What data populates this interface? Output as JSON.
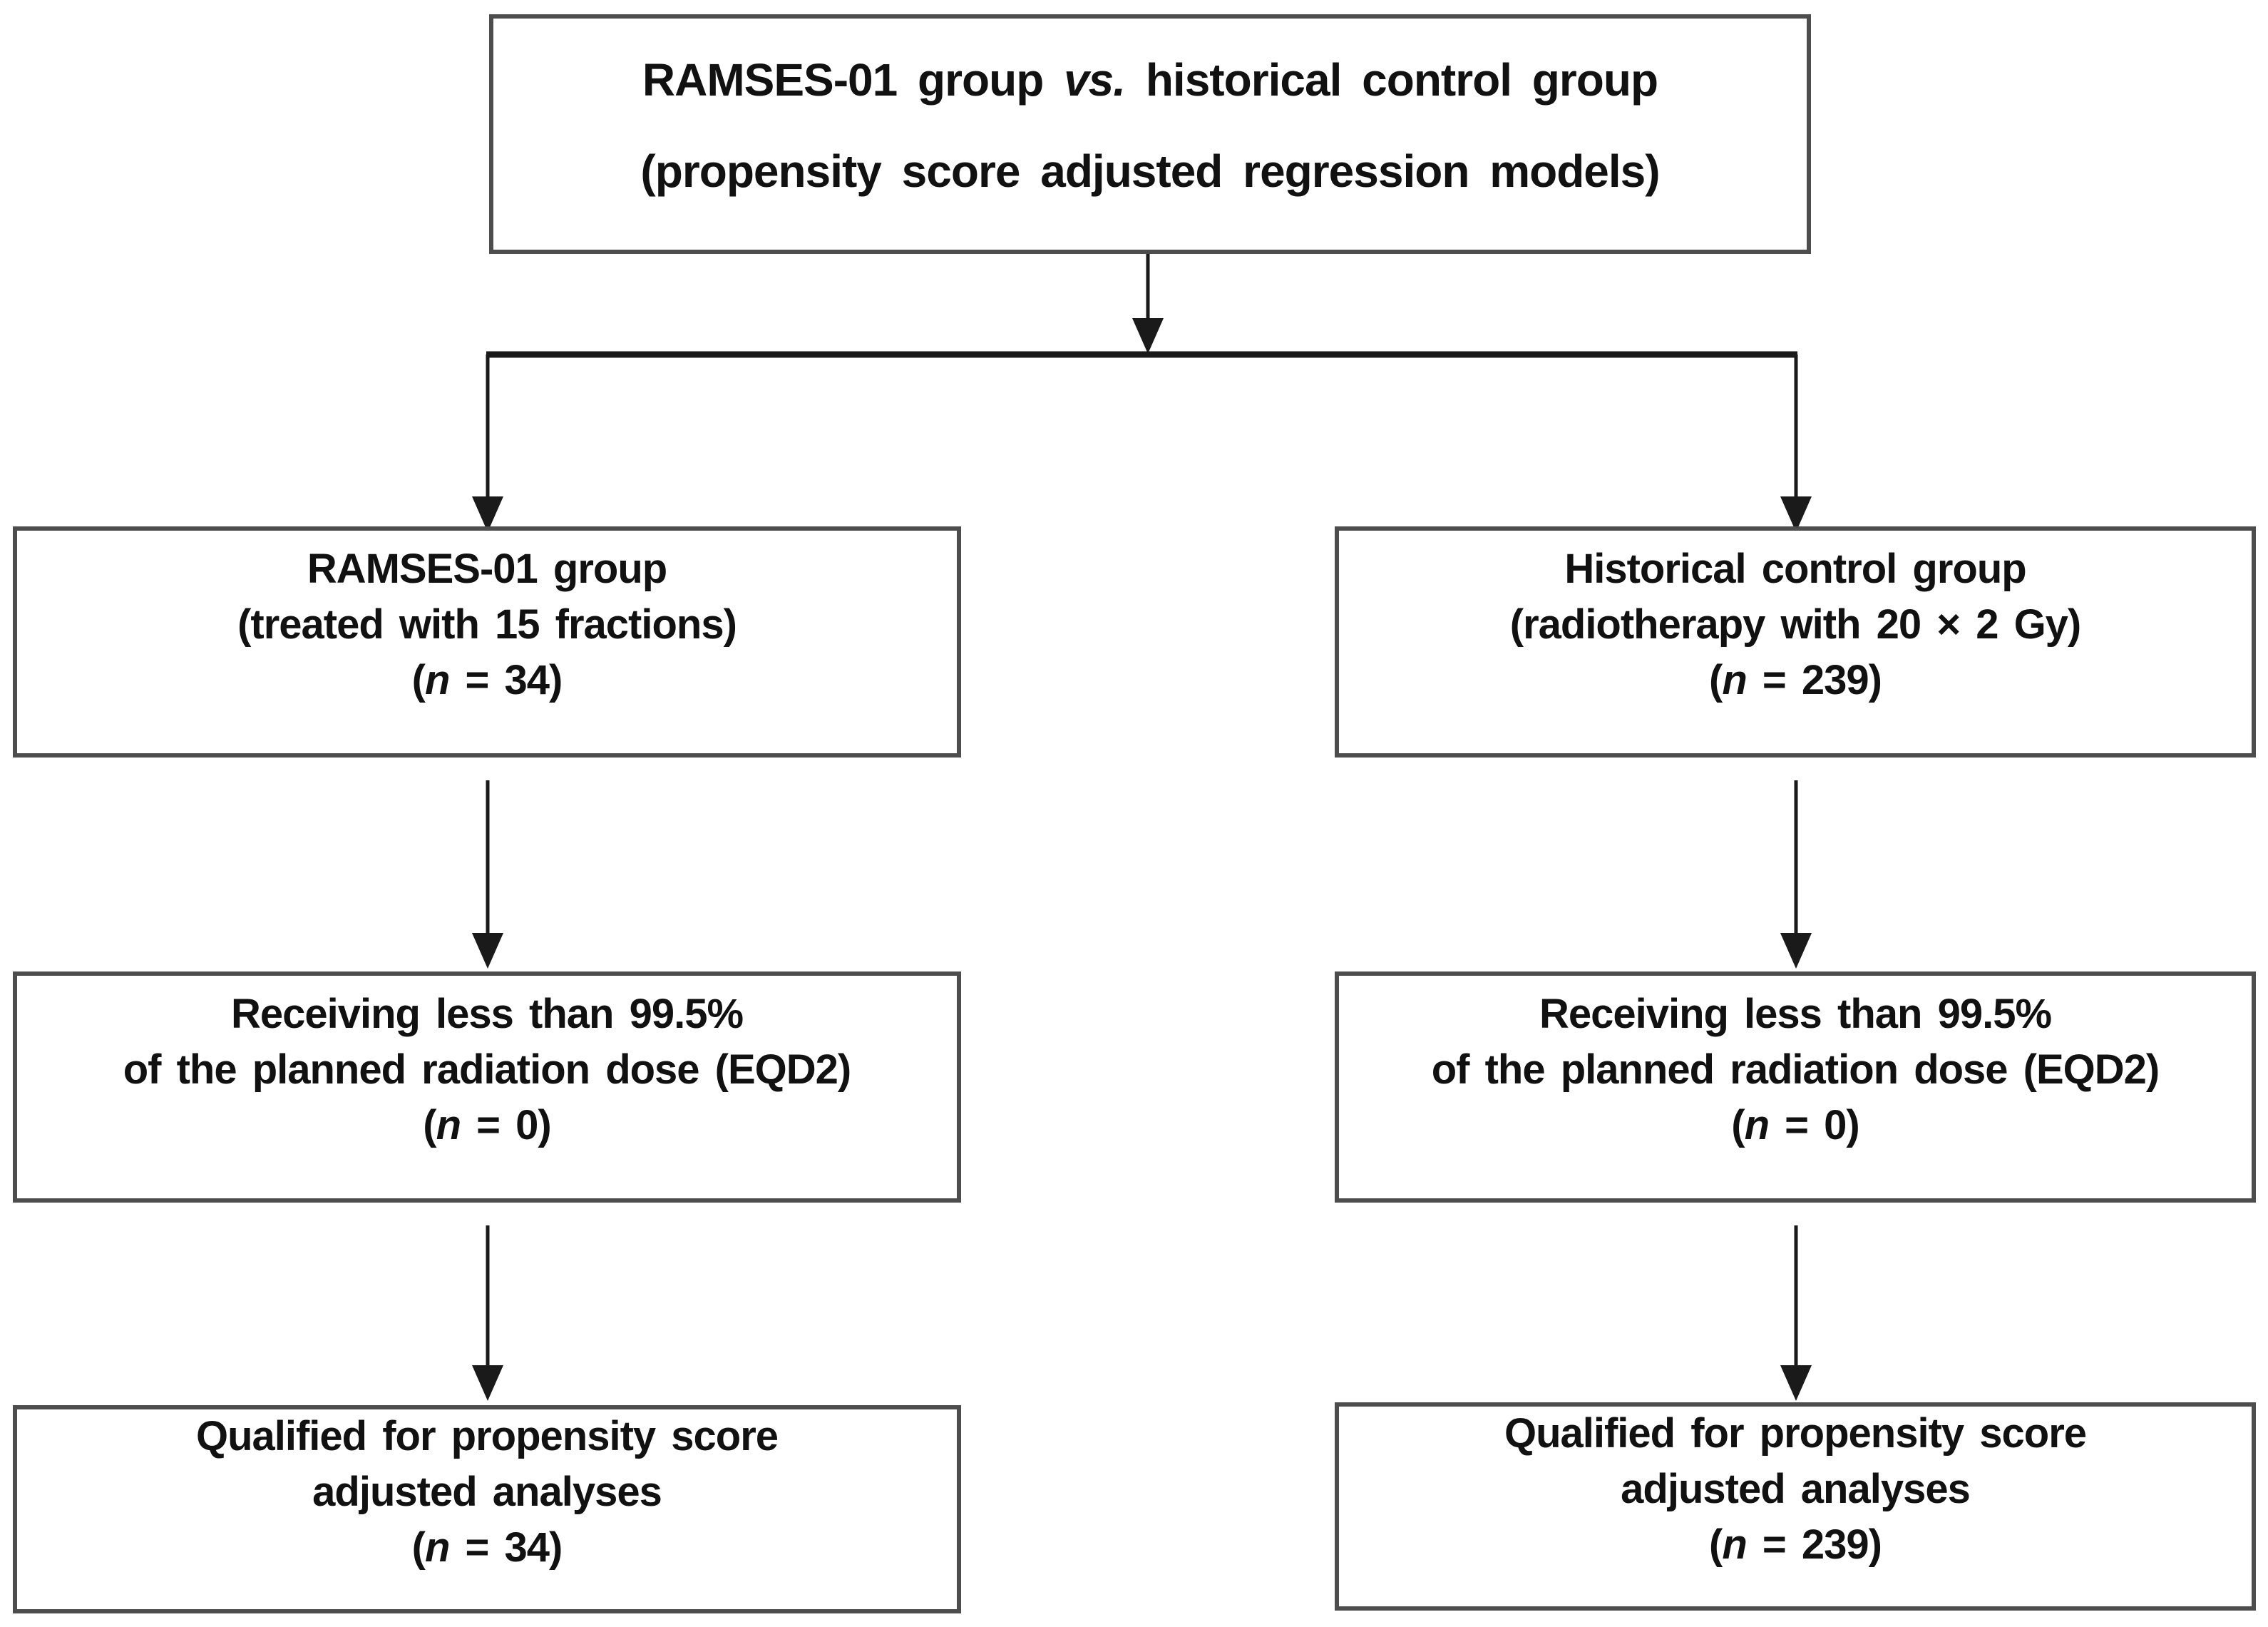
{
  "figure": {
    "colors": {
      "background": "#ffffff",
      "line": "#1a1a1a",
      "box_border": "#4d4d4d",
      "text": "#111111"
    },
    "nodes": {
      "top": {
        "line1_pre": "RAMSES-01 group ",
        "line1_italic": "vs.",
        "line1_post": " historical control group",
        "line2": "(propensity score adjusted regression models)"
      },
      "ramses_group": {
        "line1": "RAMSES-01 group",
        "line2": "(treated with 15 fractions)",
        "n_pre": "(",
        "n_italic": "n",
        "n_post": " = 34)"
      },
      "historical_group": {
        "line1": "Historical control group",
        "line2": "(radiotherapy with 20 × 2 Gy)",
        "n_pre": "(",
        "n_italic": "n",
        "n_post": " = 239)"
      },
      "ramses_dose": {
        "line1": "Receiving less than 99.5%",
        "line2": "of the planned radiation dose (EQD2)",
        "n_pre": "(",
        "n_italic": "n",
        "n_post": " = 0)"
      },
      "historical_dose": {
        "line1": "Receiving less than 99.5%",
        "line2": "of the planned radiation dose (EQD2)",
        "n_pre": "(",
        "n_italic": "n",
        "n_post": " = 0)"
      },
      "ramses_qualified": {
        "line1": "Qualified for propensity score",
        "line2": "adjusted analyses",
        "n_pre": "(",
        "n_italic": "n",
        "n_post": " = 34)"
      },
      "historical_qualified": {
        "line1": "Qualified for propensity score",
        "line2": "adjusted analyses",
        "n_pre": "(",
        "n_italic": "n",
        "n_post": " = 239)"
      }
    }
  }
}
